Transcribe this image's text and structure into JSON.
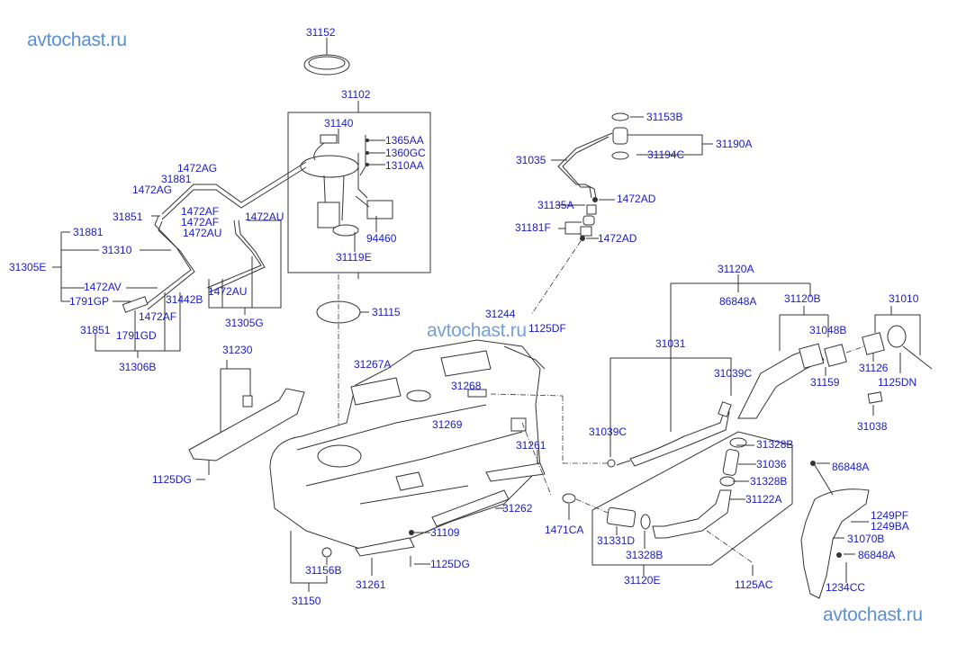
{
  "watermarks": [
    "avtochast.ru",
    "avtochast.ru",
    "avtochast.ru"
  ],
  "diagram": {
    "title": "Fuel tank assembly parts diagram",
    "label_color": "#1a1ac8",
    "watermark_color": "#5b8fd6",
    "labels": {
      "p31152": "31152",
      "p31102": "31102",
      "p31140": "31140",
      "p1365AA": "1365AA",
      "p1360GC": "1360GC",
      "p1310AA": "1310AA",
      "p94460": "94460",
      "p31119E": "31119E",
      "p1472AG_a": "1472AG",
      "p31881_a": "31881",
      "p1472AG_b": "1472AG",
      "p31851_a": "31851",
      "p1472AF_a": "1472AF",
      "p1472AF_b": "1472AF",
      "p1472AU_a": "1472AU",
      "p1472AU_b": "1472AU",
      "p31881_b": "31881",
      "p31310": "31310",
      "p31305E": "31305E",
      "p1472AV": "1472AV",
      "p1791GP": "1791GP",
      "p31442B": "31442B",
      "p1472AF_c": "1472AF",
      "p1472AU_c": "1472AU",
      "p31851_b": "31851",
      "p1791GD": "1791GD",
      "p31305G": "31305G",
      "p31306B": "31306B",
      "p31115": "31115",
      "p31230": "31230",
      "p1125DG_a": "1125DG",
      "p31153B": "31153B",
      "p31190A": "31190A",
      "p31194C": "31194C",
      "p31035": "31035",
      "p31135A": "31135A",
      "p1472AD_a": "1472AD",
      "p31181F": "31181F",
      "p1472AD_b": "1472AD",
      "p31244": "31244",
      "p1125DF": "1125DF",
      "p31267A": "31267A",
      "p31268": "31268",
      "p31269": "31269",
      "p31261_a": "31261",
      "p31262": "31262",
      "p31109": "31109",
      "p1125DG_b": "1125DG",
      "p31156B": "31156B",
      "p31261_b": "31261",
      "p31150": "31150",
      "p31120A": "31120A",
      "p86848A_a": "86848A",
      "p31120B": "31120B",
      "p31010": "31010",
      "p31048B": "31048B",
      "p31031": "31031",
      "p31039C_a": "31039C",
      "p31126": "31126",
      "p31159": "31159",
      "p1125DN": "1125DN",
      "p31038": "31038",
      "p31039C_b": "31039C",
      "p31328B_a": "31328B",
      "p31036": "31036",
      "p31328B_b": "31328B",
      "p31122A": "31122A",
      "p1471CA": "1471CA",
      "p31331D": "31331D",
      "p31328B_c": "31328B",
      "p31120E": "31120E",
      "p1125AC": "1125AC",
      "p86848A_b": "86848A",
      "p1249PF": "1249PF",
      "p1249BA": "1249BA",
      "p31070B": "31070B",
      "p86848A_c": "86848A",
      "p1234CC": "1234CC"
    }
  }
}
